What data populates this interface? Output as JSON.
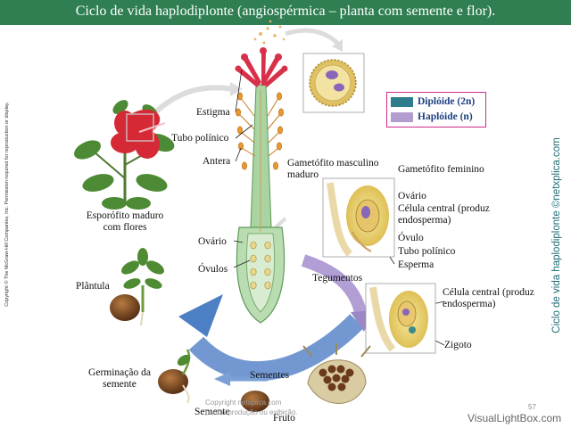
{
  "title": "Ciclo de vida haplodiplonte (angiospérmica – planta com semente e flor).",
  "copyright_vertical": "Copyright © The McGraw-Hill Companies, Inc. Permission required for reproduction or display.",
  "side_caption": "Ciclo de vida haplodiplonte ©netxplica.com",
  "legend": {
    "diploid": "Diplóide (2n)",
    "haploid": "Haplóide (n)",
    "diploid_color": "#2e7d8c",
    "haploid_color": "#b39ccf"
  },
  "labels": {
    "estigma": "Estigma",
    "tubo_polinico": "Tubo polínico",
    "antera": "Antera",
    "ovario": "Ovário",
    "ovulos": "Óvulos",
    "esporofito_l1": "Esporófito maduro",
    "esporofito_l2": "com flores",
    "plantula": "Plântula",
    "germinacao_l1": "Germinação da",
    "germinacao_l2": "semente",
    "semente": "Semente",
    "sementes": "Sementes",
    "fruto": "Fruto",
    "gametofito_masc_l1": "Gametófito masculino",
    "gametofito_masc_l2": "maduro",
    "gametofito_fem": "Gametófito feminino",
    "inset1_ovario": "Ovário",
    "inset1_celula_l1": "Célula central (produz",
    "inset1_celula_l2": "endosperma)",
    "inset1_ovulo": "Óvulo",
    "inset1_tubo": "Tubo polínico",
    "inset1_esperma": "Esperma",
    "tegumentos": "Tegumentos",
    "inset2_celula_l1": "Célula central (produz",
    "inset2_celula_l2": "endosperma)",
    "inset2_zigoto": "Zigoto"
  },
  "watermark_l1": "Copyright netxplica.com",
  "watermark_l2": "para reprodução ou exibição.",
  "page_number": "57",
  "footer_brand": "VisualLightBox.com",
  "colors": {
    "title_bar": "#2f7f52",
    "cycle_arrow": "#5b86c9",
    "cycle_arrow_haploid": "#9a87c6",
    "pistil": "#b9d9b0",
    "stigma": "#d8304a",
    "anther": "#e0922a"
  }
}
